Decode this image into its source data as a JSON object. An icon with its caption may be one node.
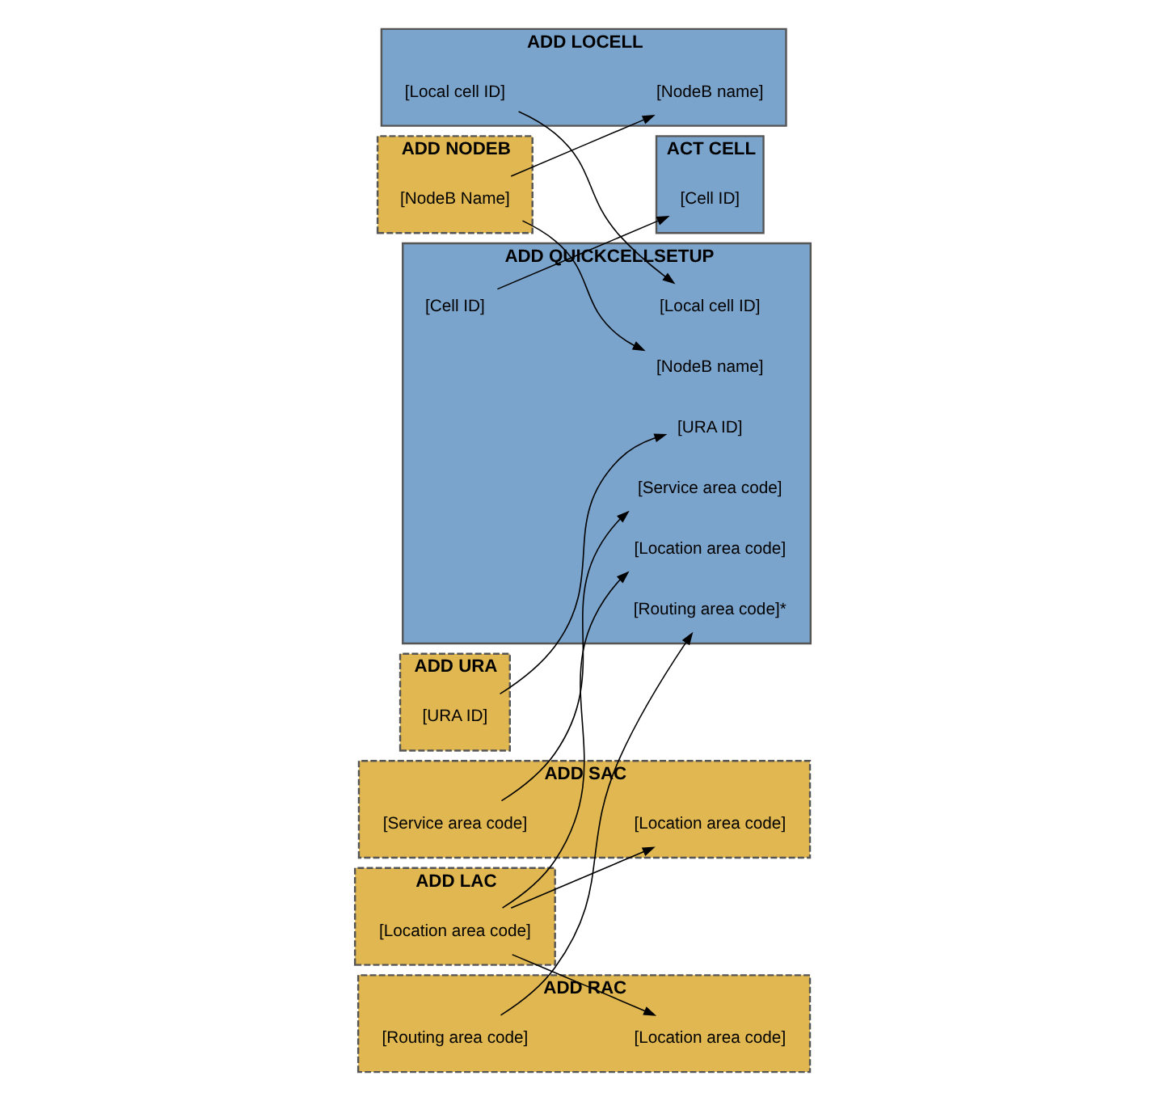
{
  "diagram": {
    "nodes": [
      {
        "text": [
          "ADD NODEB"
        ]
      },
      {
        "text": [
          "[NodeB Name]"
        ],
        "in": 0
      },
      {
        "text": [
          "ADD LOCELL"
        ]
      },
      {
        "text": [
          "[NodeB name]"
        ],
        "in": 2
      },
      {
        "text": [
          "[Local cell ID]"
        ],
        "in": 2
      },
      {
        "text": [
          "ADD LAC"
        ]
      },
      {
        "text": [
          "[Location area code]"
        ],
        "in": 5
      },
      {
        "text": [
          "ADD QUICKCELLSETUP"
        ]
      },
      {
        "text": [
          "[NodeB name]"
        ],
        "in": 7
      },
      {
        "text": [
          "[Local cell ID]"
        ],
        "in": 7
      },
      {
        "text": [
          "[Location area code]"
        ],
        "in": 7
      },
      {
        "text": [
          "[Service area code]"
        ],
        "in": 7
      },
      {
        "text": [
          "[Routing area code]*"
        ],
        "in": 7
      },
      {
        "text": [
          "[URA ID]"
        ],
        "in": 7
      },
      {
        "text": [
          "[Cell ID]"
        ],
        "in": 7
      },
      {
        "text": [
          "ADD SAC"
        ]
      },
      {
        "text": [
          "[Location area code]"
        ],
        "in": 15
      },
      {
        "text": [
          "[Service area code]"
        ],
        "in": 15
      },
      {
        "text": [
          "ADD RAC"
        ]
      },
      {
        "text": [
          "[Location area code]"
        ],
        "in": 18
      },
      {
        "text": [
          "[Routing area code]"
        ],
        "in": 18
      },
      {
        "text": [
          "ACT CELL"
        ]
      },
      {
        "text": [
          "[Cell ID]"
        ],
        "in": 21
      },
      {
        "text": [
          "ADD URA"
        ]
      },
      {
        "text": [
          "[URA ID]"
        ],
        "in": 23
      }
    ],
    "edges": [
      {
        "from": 1,
        "to": 3,
        "arrow": "to"
      },
      {
        "from": 1,
        "to": 8,
        "arrow": "to"
      },
      {
        "from": 4,
        "to": 9,
        "arrow": "to"
      },
      {
        "from": 6,
        "to": 10,
        "arrow": "to"
      },
      {
        "from": 6,
        "to": 16,
        "arrow": "to"
      },
      {
        "from": 6,
        "to": 19,
        "arrow": "to"
      },
      {
        "from": 17,
        "to": 11,
        "arrow": "to"
      },
      {
        "from": 20,
        "to": 12,
        "arrow": "to"
      },
      {
        "from": 24,
        "to": 13,
        "arrow": "to"
      },
      {
        "from": 14,
        "to": 22,
        "arrow": "to"
      }
    ]
  }
}
